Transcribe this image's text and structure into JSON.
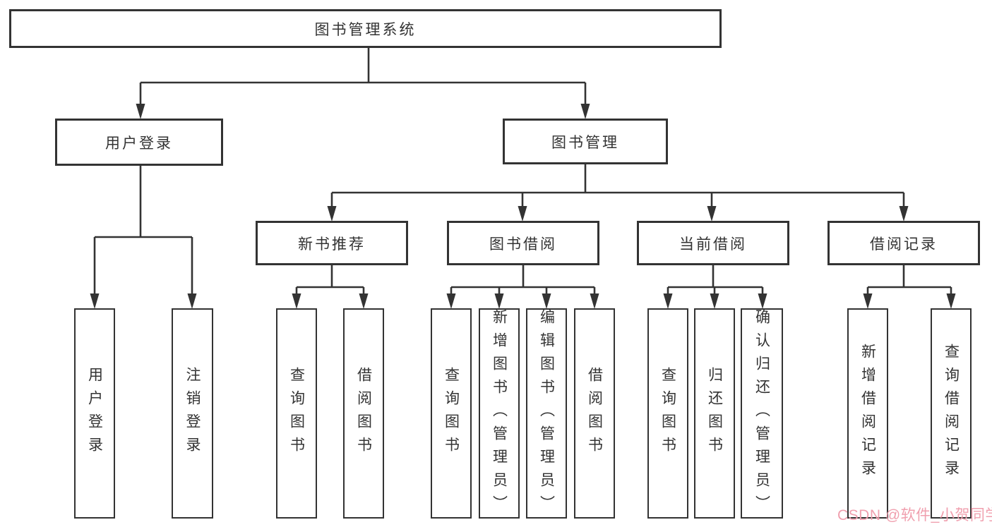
{
  "diagram": {
    "root": "图书管理系统",
    "branches": [
      {
        "label": "用户登录",
        "children": [
          "用户登录",
          "注销登录"
        ]
      },
      {
        "label": "图书管理",
        "sections": [
          {
            "label": "新书推荐",
            "children": [
              "查询图书",
              "借阅图书"
            ]
          },
          {
            "label": "图书借阅",
            "children": [
              "查询图书",
              "新增图书（管理员）",
              "编辑图书（管理员）",
              "借阅图书"
            ]
          },
          {
            "label": "当前借阅",
            "children": [
              "查询图书",
              "归还图书",
              "确认归还（管理员）"
            ]
          },
          {
            "label": "借阅记录",
            "children": [
              "新增借阅记录",
              "查询借阅记录"
            ]
          }
        ]
      }
    ]
  },
  "watermark": {
    "text": "CSDN @软件_小贺同学",
    "color": "#f09fae"
  },
  "colors": {
    "line": "#333333",
    "box_border": "#333333",
    "text": "#333333",
    "background": "#ffffff"
  }
}
